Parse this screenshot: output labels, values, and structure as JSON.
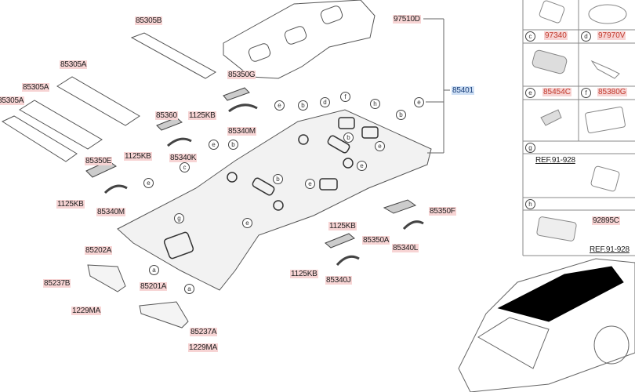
{
  "diagram": {
    "main_assembly_label": "85401",
    "parts": {
      "p85305B": "85305B",
      "p85305A_1": "85305A",
      "p85305A_2": "85305A",
      "p85305A_3": "85305A",
      "p97510D": "97510D",
      "p85350G": "85350G",
      "p1125KB_1": "1125KB",
      "p85340M_1": "85340M",
      "p85360": "85360",
      "p1125KB_2": "1125KB",
      "p85340K": "85340K",
      "p85350E": "85350E",
      "p1125KB_3": "1125KB",
      "p85340M_2": "85340M",
      "p85202A": "85202A",
      "p85237B": "85237B",
      "p1229MA_1": "1229MA",
      "p85201A": "85201A",
      "p85237A": "85237A",
      "p1229MA_2": "1229MA",
      "p85350F": "85350F",
      "p1125KB_4": "1125KB",
      "p85340L": "85340L",
      "p85350A": "85350A",
      "p1125KB_5": "1125KB",
      "p85340J": "85340J"
    },
    "callouts": [
      "a",
      "a",
      "b",
      "b",
      "b",
      "b",
      "b",
      "c",
      "d",
      "e",
      "e",
      "e",
      "e",
      "e",
      "e",
      "e",
      "e",
      "f",
      "g",
      "h"
    ]
  },
  "legend_panel": {
    "cells": [
      {
        "letter": "c",
        "part": "97340"
      },
      {
        "letter": "d",
        "part": "97970V"
      },
      {
        "letter": "e",
        "part": "85454C"
      },
      {
        "letter": "f",
        "part": "85380G"
      }
    ],
    "g": {
      "letter": "g",
      "ref": "REF.91-928"
    },
    "h": {
      "letter": "h",
      "ref": "REF.91-928",
      "part": "92895C"
    }
  },
  "colors": {
    "label_bg": "#f7d4d4",
    "highlight_bg": "#cfe0f5",
    "line": "#444444"
  }
}
